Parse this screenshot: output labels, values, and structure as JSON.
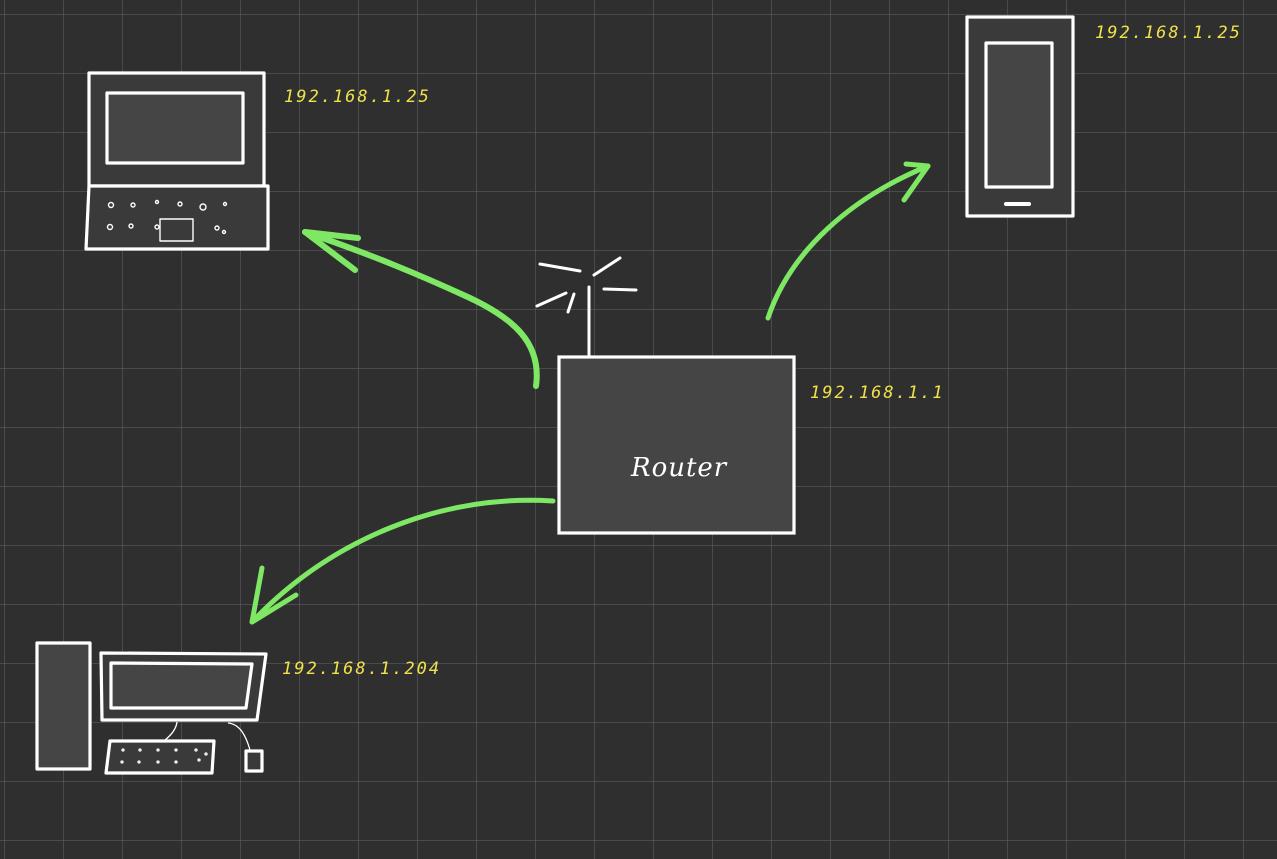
{
  "router": {
    "label": "Router",
    "ip": "192.168.1.1"
  },
  "devices": {
    "laptop": {
      "ip": "192.168.1.25"
    },
    "phone": {
      "ip": "192.168.1.25"
    },
    "desktop": {
      "ip": "192.168.1.204"
    }
  },
  "colors": {
    "background": "#2f2f2f",
    "grid": "#5a5a5e",
    "stroke": "#ffffff",
    "fill": "#454545",
    "arrow": "#7ee764",
    "ip_text": "#f0e24a"
  }
}
